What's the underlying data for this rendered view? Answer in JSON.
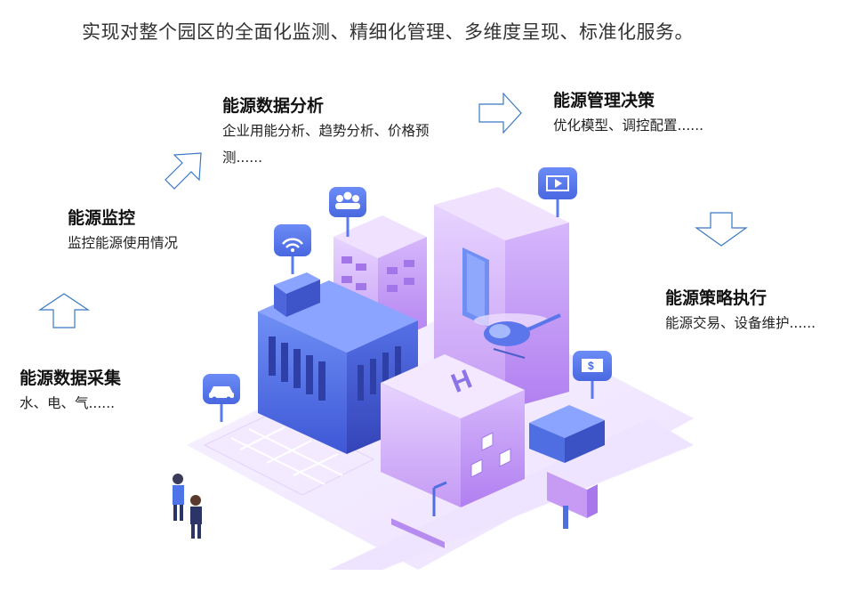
{
  "headline": "实现对整个园区的全面化监测、精细化管理、多维度呈现、标准化服务。",
  "steps": [
    {
      "title": "能源数据采集",
      "desc": "水、电、气......"
    },
    {
      "title": "能源监控",
      "desc": "监控能源使用情况"
    },
    {
      "title": "能源数据分析",
      "desc": "企业用能分析、趋势分析、价格预测......"
    },
    {
      "title": "能源管理决策",
      "desc": "优化模型、调控配置......"
    },
    {
      "title": "能源策略执行",
      "desc": "能源交易、设备维护......"
    }
  ],
  "helipad_letter": "H",
  "colors": {
    "blue": "#4f74e8",
    "purple": "#c9a3f5",
    "arrow": "#3a78c2"
  },
  "icons": [
    "wifi-icon",
    "people-icon",
    "video-icon",
    "dollar-icon",
    "car-icon"
  ]
}
